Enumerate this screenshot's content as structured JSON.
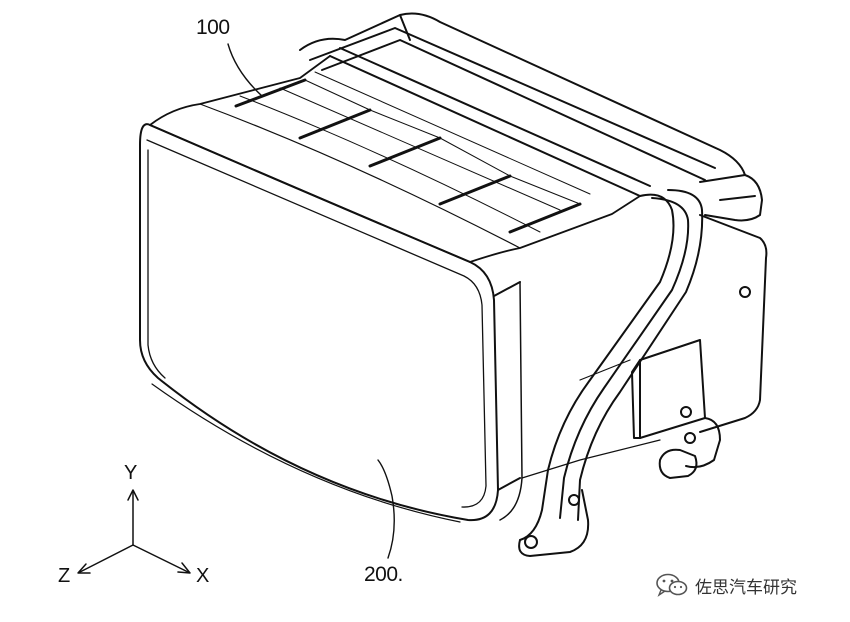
{
  "figure": {
    "reference_numerals": {
      "top": "100",
      "bottom": "200."
    },
    "axes": {
      "y": "Y",
      "z": "Z",
      "x": "X"
    }
  },
  "watermark": {
    "icon": "wechat-icon",
    "text": "佐思汽车研究"
  }
}
